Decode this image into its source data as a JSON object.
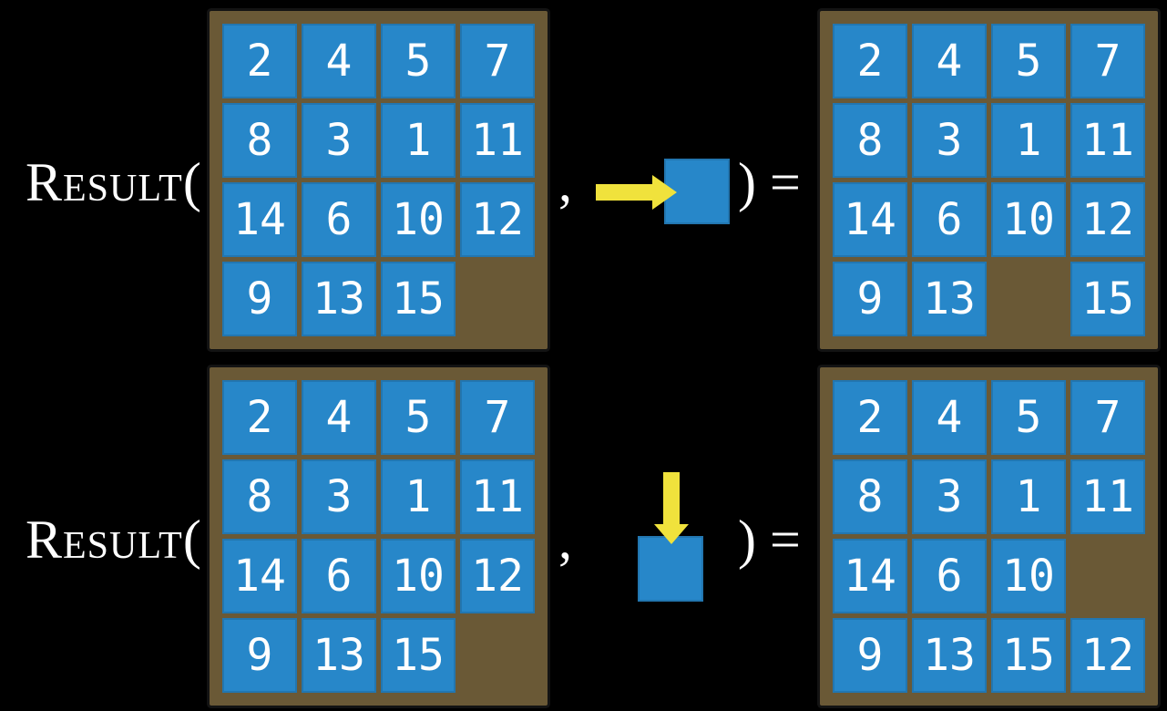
{
  "colors": {
    "background": "#000000",
    "board": "#6a5936",
    "tile": "#2787c9",
    "tile_text": "#ffffff",
    "arrow": "#f0e23c",
    "label_text": "#ffffff"
  },
  "expression": {
    "function_name": "Result(",
    "separator": ",",
    "close": ") ="
  },
  "examples": [
    {
      "id": "slide-right",
      "move": {
        "direction": "right",
        "icon": "arrow-right-icon"
      },
      "input_board": [
        [
          "2",
          "4",
          "5",
          "7"
        ],
        [
          "8",
          "3",
          "1",
          "11"
        ],
        [
          "14",
          "6",
          "10",
          "12"
        ],
        [
          "9",
          "13",
          "15",
          ""
        ]
      ],
      "output_board": [
        [
          "2",
          "4",
          "5",
          "7"
        ],
        [
          "8",
          "3",
          "1",
          "11"
        ],
        [
          "14",
          "6",
          "10",
          "12"
        ],
        [
          "9",
          "13",
          "",
          "15"
        ]
      ]
    },
    {
      "id": "slide-down",
      "move": {
        "direction": "down",
        "icon": "arrow-down-icon"
      },
      "input_board": [
        [
          "2",
          "4",
          "5",
          "7"
        ],
        [
          "8",
          "3",
          "1",
          "11"
        ],
        [
          "14",
          "6",
          "10",
          "12"
        ],
        [
          "9",
          "13",
          "15",
          ""
        ]
      ],
      "output_board": [
        [
          "2",
          "4",
          "5",
          "7"
        ],
        [
          "8",
          "3",
          "1",
          "11"
        ],
        [
          "14",
          "6",
          "10",
          ""
        ],
        [
          "9",
          "13",
          "15",
          "12"
        ]
      ]
    }
  ]
}
